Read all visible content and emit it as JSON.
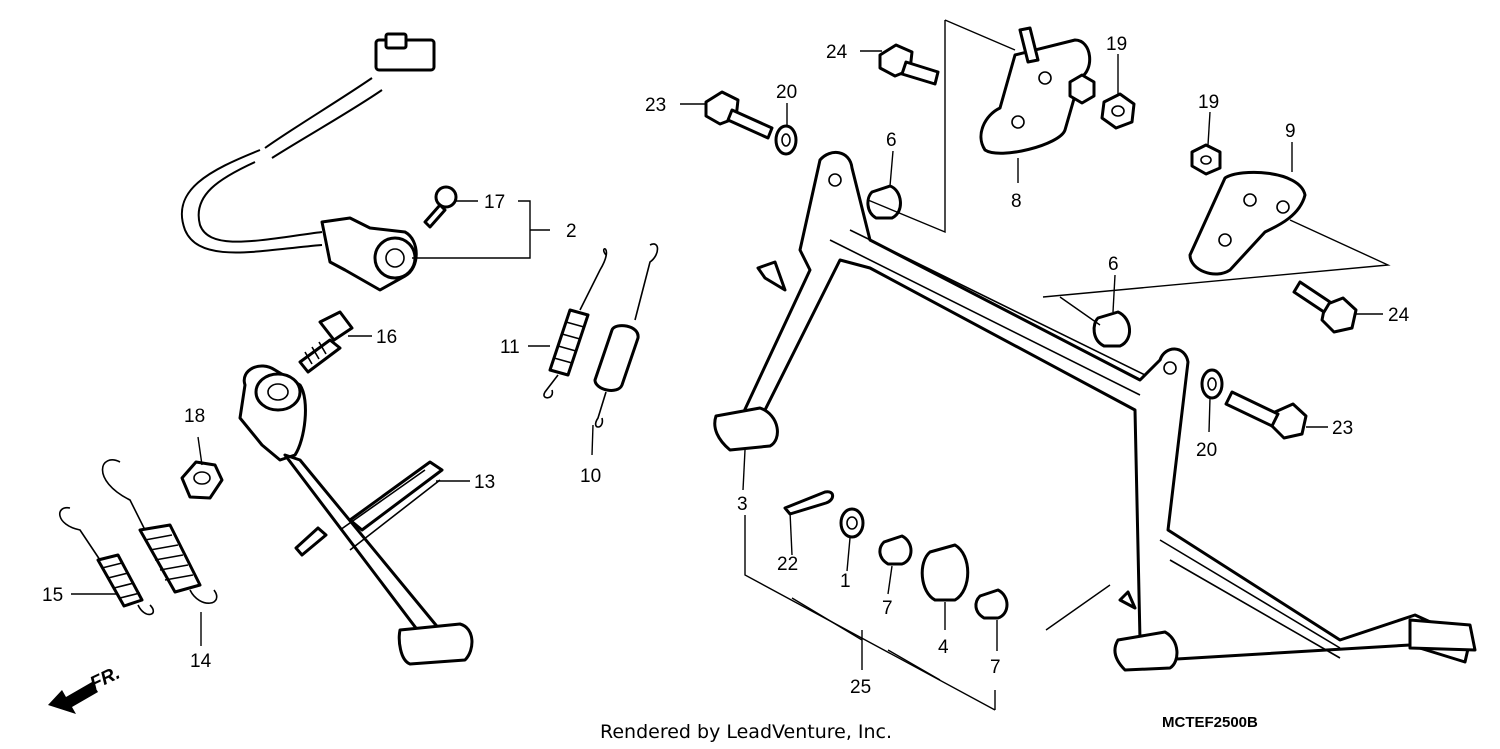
{
  "diagram": {
    "callouts": {
      "c1": "1",
      "c2": "2",
      "c3": "3",
      "c4": "4",
      "c6a": "6",
      "c6b": "6",
      "c7a": "7",
      "c7b": "7",
      "c8": "8",
      "c9": "9",
      "c10": "10",
      "c11": "11",
      "c13": "13",
      "c14": "14",
      "c15": "15",
      "c16": "16",
      "c17": "17",
      "c18": "18",
      "c19a": "19",
      "c19b": "19",
      "c20a": "20",
      "c20b": "20",
      "c22": "22",
      "c23a": "23",
      "c23b": "23",
      "c24a": "24",
      "c24b": "24",
      "c25": "25"
    },
    "front_marker": "FR.",
    "credit": "Rendered by LeadVenture, Inc.",
    "code": "MCTEF2500B"
  }
}
